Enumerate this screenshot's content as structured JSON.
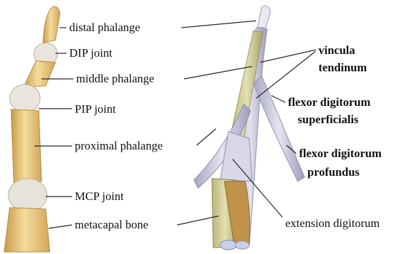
{
  "figure": {
    "left_labels": {
      "distal_phalange": "distal phalange",
      "dip_joint": "DIP joint",
      "middle_phalange": "middle phalange",
      "pip_joint": "PIP joint",
      "proximal_phalange": "proximal phalange",
      "mcp_joint": "MCP joint",
      "metacarpal_bone": "metacapal bone"
    },
    "right_labels": {
      "vincula_line1": "vincula",
      "vincula_line2": "tendinum",
      "fds_line1": "flexor digitorum",
      "fds_line2": "superficialis",
      "fdp_line1": "flexor digitorum",
      "fdp_line2": "profundus",
      "extensor": "extension digitorum"
    }
  }
}
